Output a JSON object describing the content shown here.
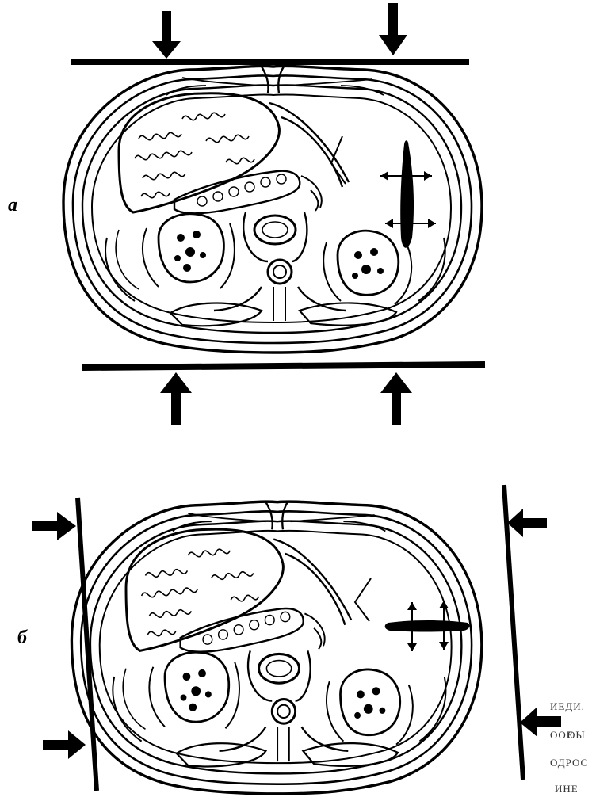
{
  "figure": {
    "panels": [
      {
        "id": "a",
        "label": "а"
      },
      {
        "id": "b",
        "label": "б"
      }
    ],
    "margin_fragments": [
      "ИЕДИ.",
      "ОЫ",
      "ООЕ",
      "ОДРОС",
      "ИНЕ"
    ]
  }
}
